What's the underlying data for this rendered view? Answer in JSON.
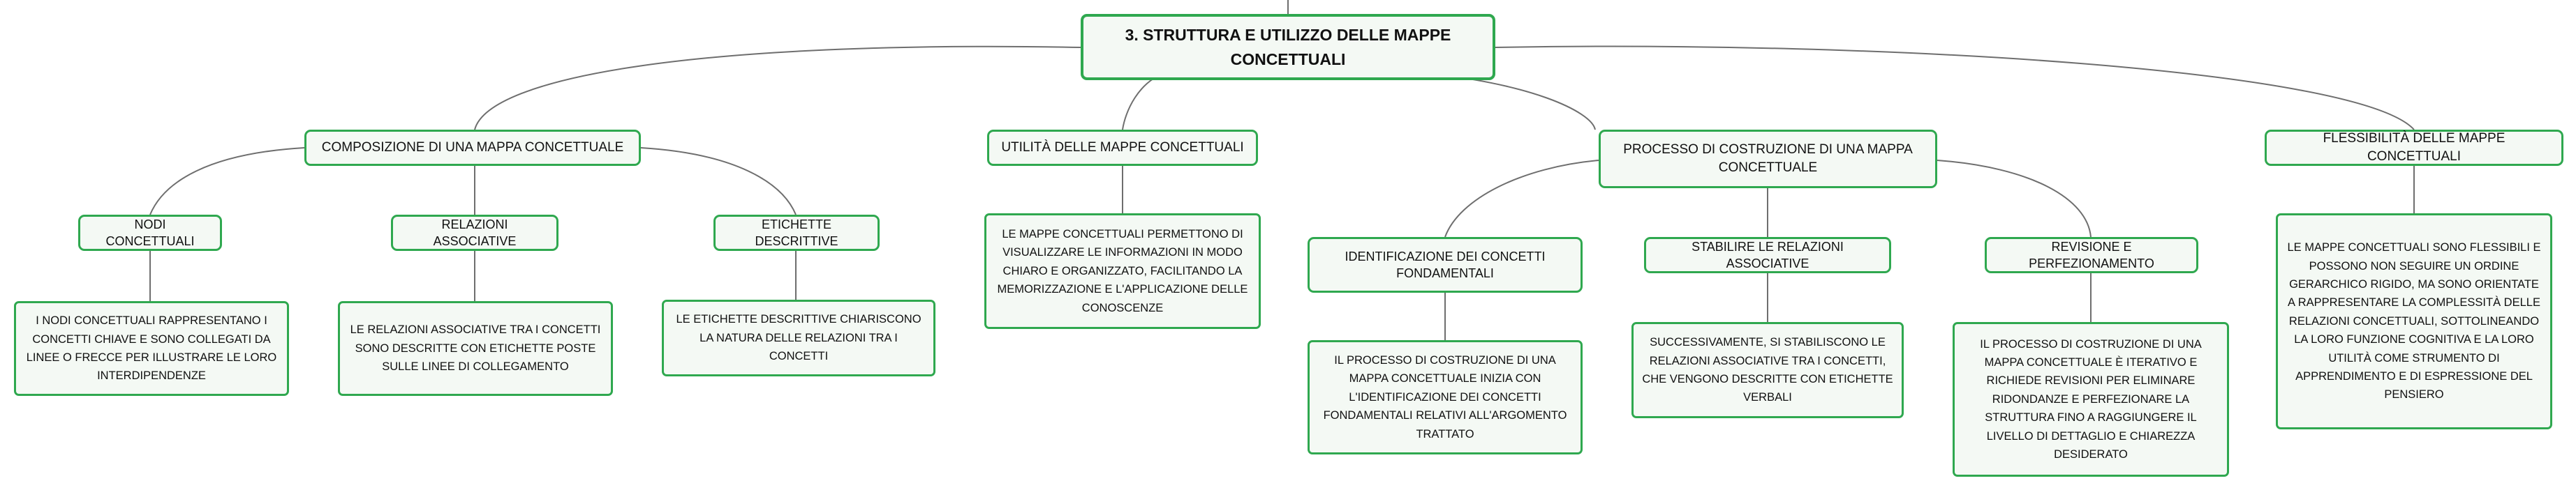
{
  "root": {
    "label": "3. STRUTTURA E UTILIZZO DELLE MAPPE CONCETTUALI"
  },
  "branches": {
    "composizione": {
      "label": "COMPOSIZIONE DI UNA MAPPA CONCETTUALE",
      "children": [
        {
          "label": "NODI CONCETTUALI",
          "detail": "I NODI CONCETTUALI RAPPRESENTANO I CONCETTI CHIAVE E SONO COLLEGATI DA LINEE O FRECCE PER ILLUSTRARE LE LORO INTERDIPENDENZE"
        },
        {
          "label": "RELAZIONI ASSOCIATIVE",
          "detail": "LE RELAZIONI ASSOCIATIVE TRA I CONCETTI SONO DESCRITTE CON ETICHETTE POSTE SULLE LINEE DI COLLEGAMENTO"
        },
        {
          "label": "ETICHETTE DESCRITTIVE",
          "detail": "LE ETICHETTE DESCRITTIVE CHIARISCONO LA NATURA DELLE RELAZIONI TRA I CONCETTI"
        }
      ]
    },
    "utilita": {
      "label": "UTILITÀ DELLE MAPPE CONCETTUALI",
      "detail": "LE MAPPE CONCETTUALI PERMETTONO DI VISUALIZZARE LE INFORMAZIONI IN MODO CHIARO E ORGANIZZATO, FACILITANDO LA MEMORIZZAZIONE E L'APPLICAZIONE DELLE CONOSCENZE"
    },
    "processo": {
      "label": "PROCESSO DI COSTRUZIONE DI UNA MAPPA CONCETTUALE",
      "children": [
        {
          "label": "IDENTIFICAZIONE DEI CONCETTI FONDAMENTALI",
          "detail": "IL PROCESSO DI COSTRUZIONE DI UNA MAPPA CONCETTUALE INIZIA CON L'IDENTIFICAZIONE DEI CONCETTI FONDAMENTALI RELATIVI ALL'ARGOMENTO TRATTATO"
        },
        {
          "label": "STABILIRE LE RELAZIONI ASSOCIATIVE",
          "detail": "SUCCESSIVAMENTE, SI STABILISCONO LE RELAZIONI ASSOCIATIVE TRA I CONCETTI, CHE VENGONO DESCRITTE CON ETICHETTE VERBALI"
        },
        {
          "label": "REVISIONE E PERFEZIONAMENTO",
          "detail": "IL PROCESSO DI COSTRUZIONE DI UNA MAPPA CONCETTUALE È ITERATIVO E RICHIEDE REVISIONI PER ELIMINARE RIDONDANZE E PERFEZIONARE LA STRUTTURA FINO A RAGGIUNGERE IL LIVELLO DI DETTAGLIO E CHIAREZZA DESIDERATO"
        }
      ]
    },
    "flessibilita": {
      "label": "FLESSIBILITÀ DELLE MAPPE CONCETTUALI",
      "detail": "LE MAPPE CONCETTUALI SONO FLESSIBILI E POSSONO NON SEGUIRE UN ORDINE GERARCHICO RIGIDO, MA SONO ORIENTATE A RAPPRESENTARE LA COMPLESSITÀ DELLE RELAZIONI CONCETTUALI, SOTTOLINEANDO LA LORO FUNZIONE COGNITIVA E LA LORO UTILITÀ COME STRUMENTO DI APPRENDIMENTO E DI ESPRESSIONE DEL PENSIERO"
    }
  },
  "colors": {
    "border": "#2fa84f",
    "fill": "#f4f9f4",
    "connector": "#6e6e6e"
  }
}
